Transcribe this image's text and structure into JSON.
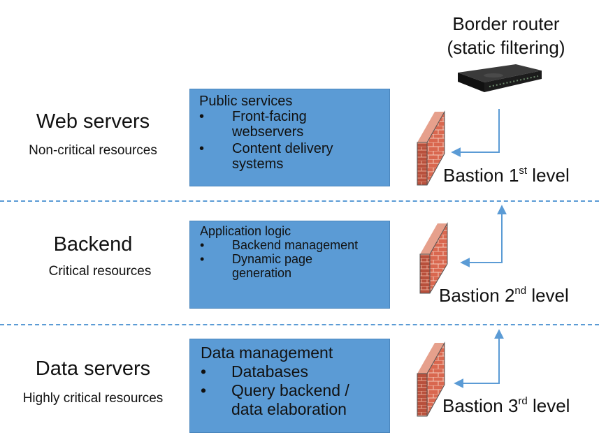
{
  "tiers": [
    {
      "title": "Web servers",
      "subtitle": "Non-critical resources",
      "box": {
        "heading": "Public services",
        "items": [
          "Front-facing webservers",
          "Content delivery systems"
        ]
      },
      "bastion": {
        "prefix": "Bastion 1",
        "sup": "st",
        "suffix": " level"
      }
    },
    {
      "title": "Backend",
      "subtitle": "Critical resources",
      "box": {
        "heading": "Application logic",
        "items": [
          "Backend management",
          "Dynamic page generation"
        ]
      },
      "bastion": {
        "prefix": "Bastion 2",
        "sup": "nd",
        "suffix": " level"
      }
    },
    {
      "title": "Data servers",
      "subtitle": "Highly critical resources",
      "box": {
        "heading": "Data management",
        "items": [
          "Databases",
          "Query backend / data elaboration"
        ]
      },
      "bastion": {
        "prefix": "Bastion 3",
        "sup": "rd",
        "suffix": " level"
      }
    }
  ],
  "router": {
    "label_line1": "Border router",
    "label_line2": "(static filtering)"
  },
  "colors": {
    "box_fill": "#5b9bd5",
    "divider": "#5b9bd5",
    "arrow": "#5b9bd5",
    "brick": "#d9674f",
    "router_body": "#1c1c1c"
  },
  "icons": [
    "router-icon",
    "firewall-icon"
  ]
}
